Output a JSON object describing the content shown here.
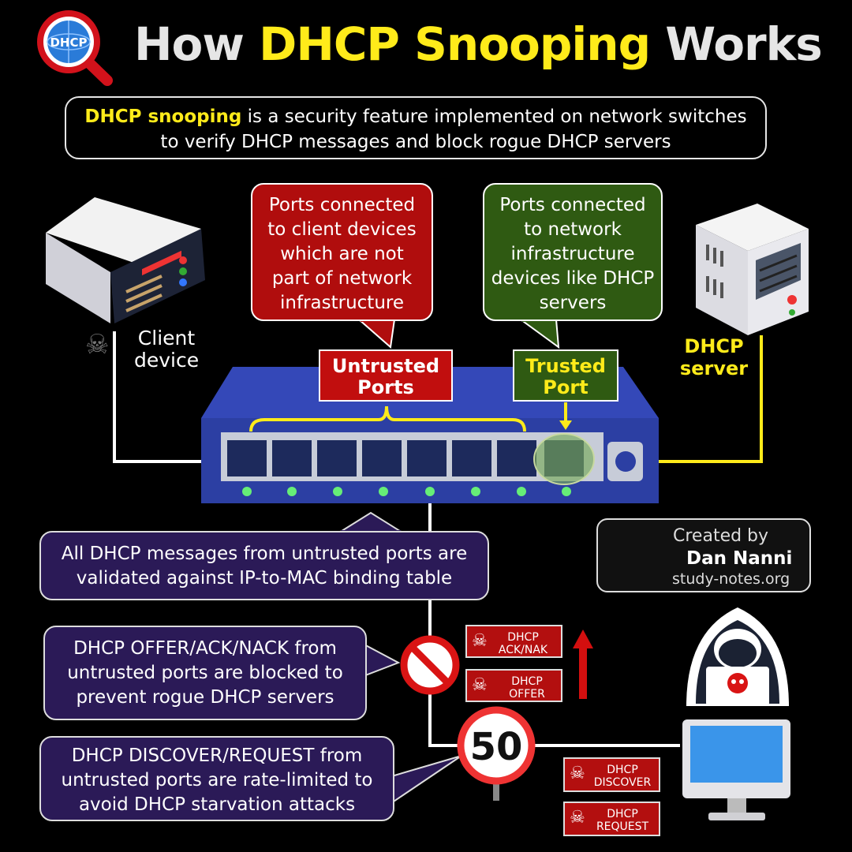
{
  "title": {
    "prefix": "How ",
    "highlight": "DHCP Snooping",
    "suffix": " Works"
  },
  "logo_text": "DHCP",
  "intro": {
    "highlight": "DHCP snooping",
    "line1_rest": " is a security feature implemented on network switches",
    "line2": "to verify DHCP messages and block rogue DHCP servers"
  },
  "untrusted_bubble": [
    "Ports connected",
    "to client devices",
    "which are not",
    "part of network",
    "infrastructure"
  ],
  "trusted_bubble": [
    "Ports connected",
    "to network",
    "infrastructure",
    "devices like DHCP",
    "servers"
  ],
  "untrusted_label": [
    "Untrusted",
    "Ports"
  ],
  "trusted_label": [
    "Trusted",
    "Port"
  ],
  "client_label": [
    "Client",
    "device"
  ],
  "server_label": [
    "DHCP",
    "server"
  ],
  "notes": {
    "validation": [
      "All DHCP messages from untrusted ports are",
      "validated against IP-to-MAC binding table"
    ],
    "blocked": [
      "DHCP OFFER/ACK/NACK from",
      "untrusted ports are blocked to",
      "prevent rogue DHCP servers"
    ],
    "rate_limited": [
      "DHCP DISCOVER/REQUEST from",
      "untrusted ports are rate-limited to",
      "avoid DHCP starvation attacks"
    ]
  },
  "credit": {
    "line1": "Created by",
    "name": "Dan Nanni",
    "site": "study-notes.org"
  },
  "packets": {
    "ack_nak": [
      "DHCP",
      "ACK/NAK"
    ],
    "offer": [
      "DHCP",
      "OFFER"
    ],
    "discover": [
      "DHCP",
      "DISCOVER"
    ],
    "request": [
      "DHCP",
      "REQUEST"
    ]
  },
  "speed_limit": "50",
  "colors": {
    "accent_yellow": "#ffeb1a",
    "untrusted_red": "#c10e0e",
    "trusted_green": "#2f5a12",
    "switch_blue": "#2c3fa3",
    "note_purple": "#2b1a57"
  }
}
